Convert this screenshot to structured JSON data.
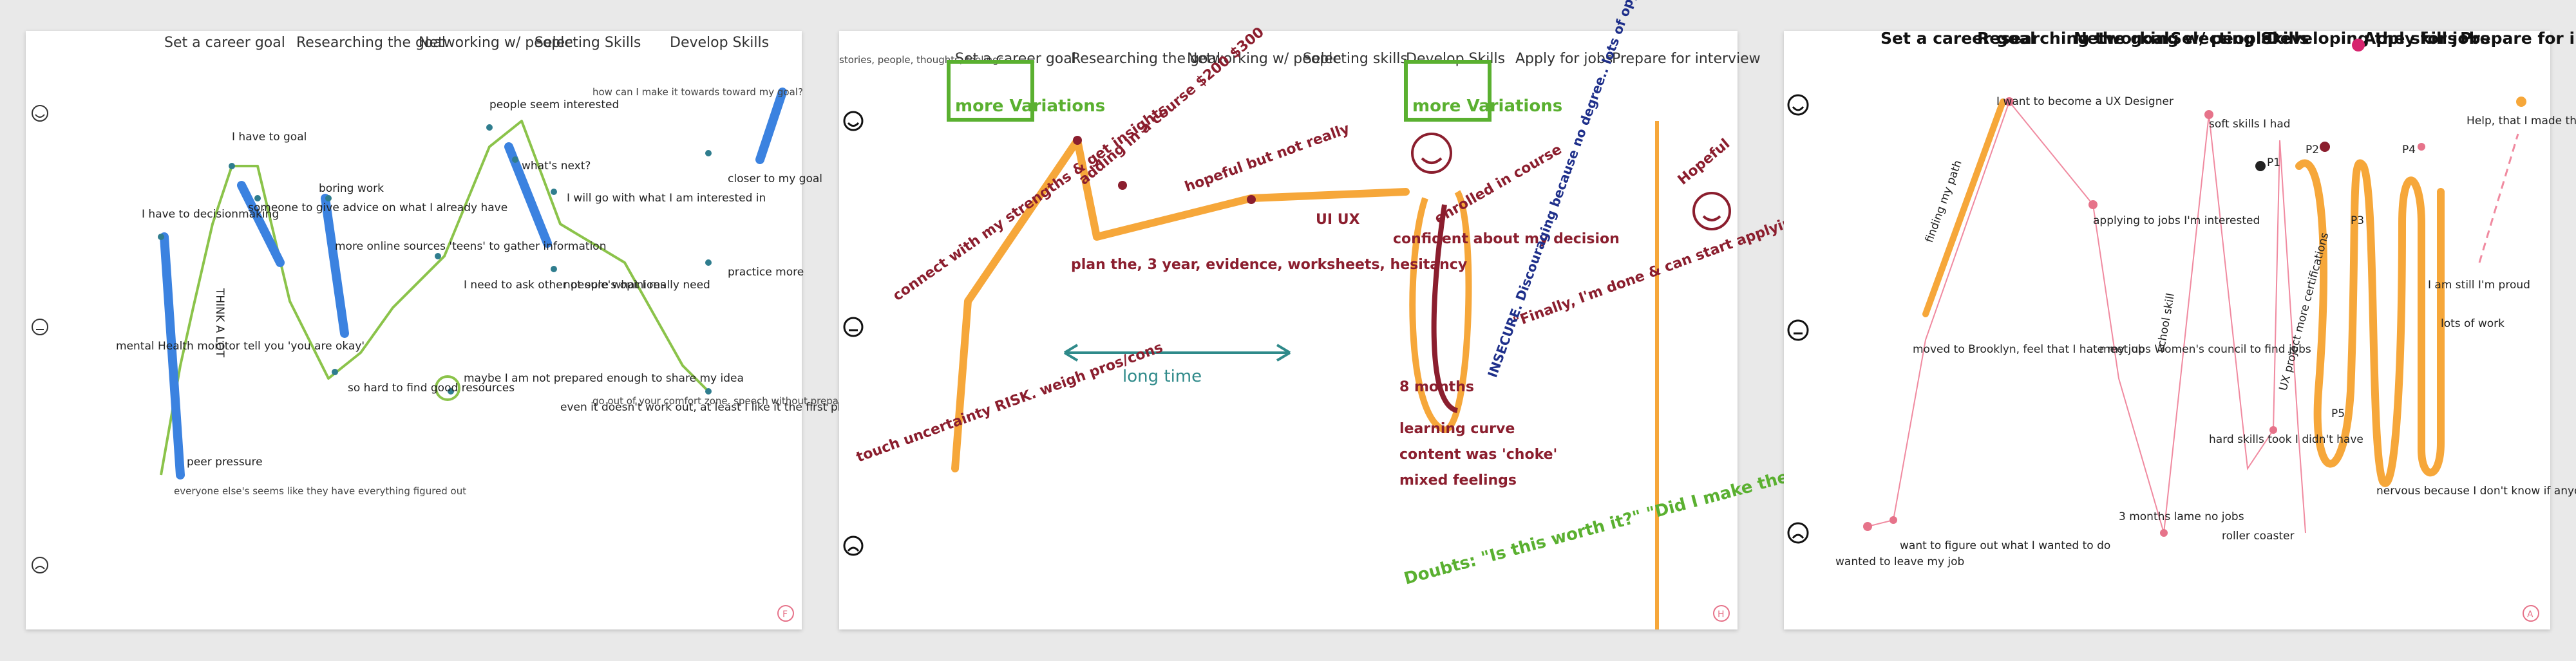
{
  "panels": [
    {
      "id": "F",
      "badge": "F",
      "headers": [
        "Set a career goal",
        "Researching the goal",
        "Networking w/ people",
        "Selecting Skills",
        "Develop Skills"
      ],
      "notes": {
        "mental": "mental Health monitor tell you 'you are okay'",
        "decisionmaking": "I have to decisionmaking",
        "havetogoal": "I have to goal",
        "someone": "someone to give advice on what I already have",
        "thinkalot": "THINK A LOT",
        "boring": "boring work",
        "more_online": "more online sources 'teens' to gather information",
        "peer": "peer pressure",
        "everyone": "everyone else's seems like they have everything figured out",
        "sohard": "so hard to find good resources",
        "needtoask": "I need to ask other people's opinions",
        "maybe": "maybe I am not prepared enough to share my idea",
        "people": "people seem interested",
        "whatsnext": "what's next?",
        "willgo": "I will go with what I am interested in",
        "notsure": "not sure what I really need",
        "eventif": "even it doesn't work out, at least I like it the first place",
        "howcan": "how can I make it towards toward my goal?",
        "closer": "closer to my goal",
        "practice": "practice more",
        "goout": "go out of your comfort zone. speech without preparation"
      }
    },
    {
      "id": "H",
      "badge": "H",
      "headers": [
        "stories, people, thoughts, feelings",
        "Set a career goal",
        "Researching the goal",
        "Networking w/ people",
        "Selecting skills",
        "Develop Skills",
        "Apply for jobs",
        "Prepare for interview"
      ],
      "box1": "more Variations",
      "box2": "more Variations",
      "notes": {
        "touch": "touch uncertainty RISK. weigh pros/cons",
        "connect": "connect with my strengths & get insights",
        "addingcourse": "adding in a course $200 $300",
        "plan": "plan the, 3 year, evidence, worksheets, hesitancy",
        "hopeful": "hopeful but not really",
        "uiux": "UI UX",
        "enrolled": "enrolled in course",
        "confident": "confident about my decision",
        "finally": "\"Finally, I'm done & can start applying\"",
        "hopeful2": "Hopeful",
        "longtime": "long time",
        "eightmonths": "8 months",
        "learning": "learning curve",
        "content": "content was 'choke'",
        "mixed": "mixed feelings",
        "insecure": "INSECURE. Discouraging because no degree.. lots of opportunity, certification enough?",
        "doubts": "Doubts: \"Is this worth it?\" \"Did I make the right choice?\" \"When is this over?\""
      }
    },
    {
      "id": "A",
      "badge": "A",
      "headers": [
        "Set a career goal",
        "Researching the goal",
        "Networking w/ people",
        "Selecting Skills",
        "Developing the skills",
        "Apply for jobs",
        "Prepare for interview"
      ],
      "notes": {
        "wantto": "I want to become a UX Designer",
        "finding": "finding my path",
        "moved": "moved to Brooklyn, feel that I hate my job",
        "wanted": "wanted to leave my job",
        "want2": "want to figure out what I wanted to do",
        "applying": "applying to jobs I'm interested",
        "meetups": "meet ups Women's council to find jobs",
        "softskills": "soft skills I had",
        "school": "school skill",
        "threemonths": "3 months lame no jobs",
        "hardskills": "hard skills took I didn't have",
        "roller": "roller coaster",
        "ux": "UX project more certifications",
        "nervous": "nervous because I don't know if anyone will hire me",
        "iam": "I am still I'm proud",
        "lots": "lots of work",
        "help": "Help, that I made the change?",
        "p1": "P1",
        "p2": "P2",
        "p3": "P3",
        "p4": "P4",
        "p5": "P5"
      }
    }
  ],
  "colors": {
    "green": "#8bc34a",
    "blue": "#3b82e0",
    "orange": "#f6a73a",
    "maroon": "#8b1e2e",
    "pink": "#f08aa0",
    "teal": "#2f8a8a",
    "navy": "#1e2f8a"
  }
}
